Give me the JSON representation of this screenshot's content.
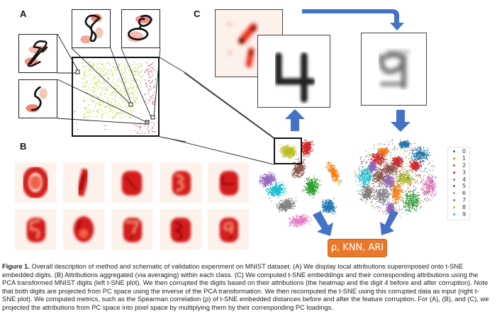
{
  "figure": {
    "panel_labels": {
      "a": "A",
      "b": "B",
      "c": "C"
    },
    "panel_a": {
      "description": "t-SNE embedded digits with local attributions superimposed",
      "insets": [
        {
          "digit": "7/2",
          "name": "inset-digit-2"
        },
        {
          "digit": "8",
          "name": "inset-digit-8-a"
        },
        {
          "digit": "8",
          "name": "inset-digit-8-b"
        },
        {
          "digit": "5",
          "name": "inset-digit-5"
        }
      ]
    },
    "panel_b": {
      "description": "Attributions aggregated within each class",
      "class_digits": [
        "0",
        "1",
        "2",
        "3",
        "4",
        "5",
        "6",
        "7",
        "8",
        "9"
      ]
    },
    "panel_c": {
      "heatmap_label": "attribution heatmap",
      "original_digit": "4",
      "corrupted_digit": "4 (corrupted)",
      "metric_box": "ρ, KNN, ARI"
    },
    "legend": {
      "items": [
        {
          "label": "0",
          "color": "#1f77b4"
        },
        {
          "label": "1",
          "color": "#ff7f0e"
        },
        {
          "label": "2",
          "color": "#2ca02c"
        },
        {
          "label": "3",
          "color": "#d62728"
        },
        {
          "label": "4",
          "color": "#9467bd"
        },
        {
          "label": "5",
          "color": "#8c564b"
        },
        {
          "label": "6",
          "color": "#e377c2"
        },
        {
          "label": "7",
          "color": "#7f7f7f"
        },
        {
          "label": "8",
          "color": "#bcbd22"
        },
        {
          "label": "9",
          "color": "#17becf"
        }
      ]
    },
    "colors": {
      "arrow": "#4472c4",
      "metric_bg": "#e8792b",
      "heat_dark": "#b30000",
      "heat_mid": "#e8311f"
    },
    "caption": {
      "label": "Figure 1.",
      "text": " Overall description of method and schematic of validation experiment on MNIST dataset. (A) We display local attributions superimposed onto t-SNE embedded digits. (B) Attributions aggregated (via averaging) within each class. (C) We computed t-SNE embeddings and their corresponding attributions using the PCA transformed MNIST digits (left t-SNE plot). We then corrupted the digits based on their attributions (the heatmap and the digit 4 before and after corruption). Note that both digits are projected from PC space using the inverse of the PCA transformation. We then recomputed the t-SNE using this corrupted data as input (right t-SNE plot). We computed metrics, such as the Spearman correlation (ρ) of t-SNE embedded distances before and after the feature corruption. For (A), (B), and (C), we projected the attributions from PC space into pixel space by multiplying them by their corresponding PC loadings."
    }
  }
}
